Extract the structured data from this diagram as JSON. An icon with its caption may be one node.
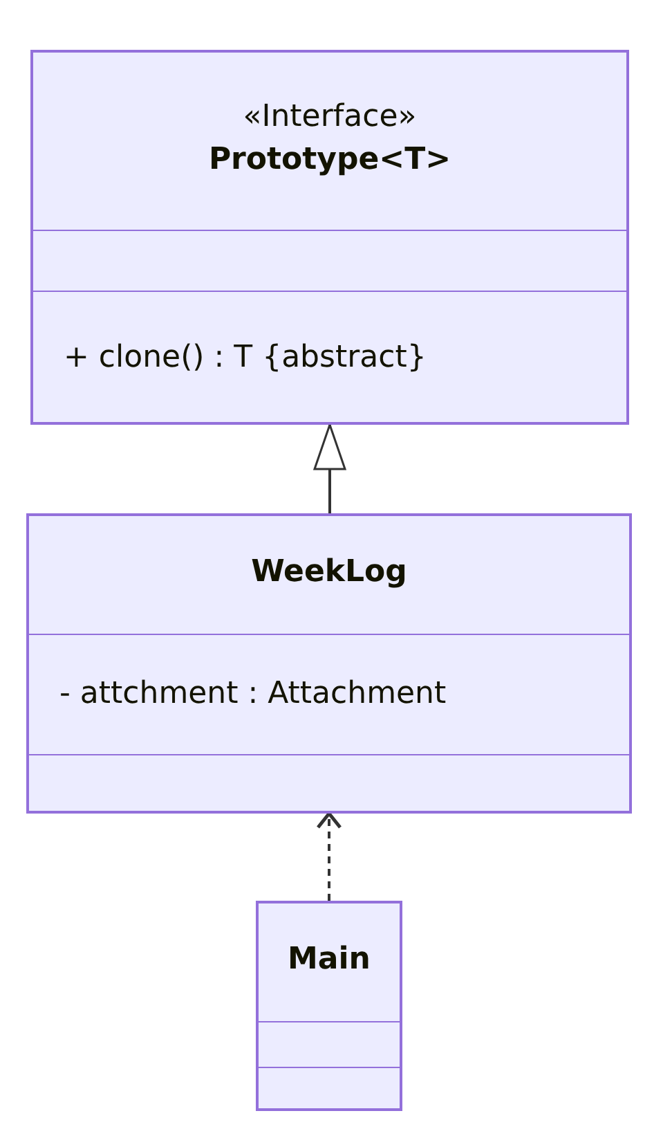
{
  "diagram": {
    "nodes": [
      {
        "text": [
          "«Interface»",
          "Prototype<T>",
          "+ clone() : T {abstract}"
        ]
      },
      {
        "text": [
          "WeekLog",
          "- attchment : Attachment"
        ]
      },
      {
        "text": [
          "Main"
        ]
      }
    ],
    "edges": [
      {
        "from": 1,
        "to": 0,
        "arrow": "to"
      },
      {
        "from": 2,
        "to": 1,
        "arrow": "to",
        "style": "dashed"
      }
    ]
  }
}
